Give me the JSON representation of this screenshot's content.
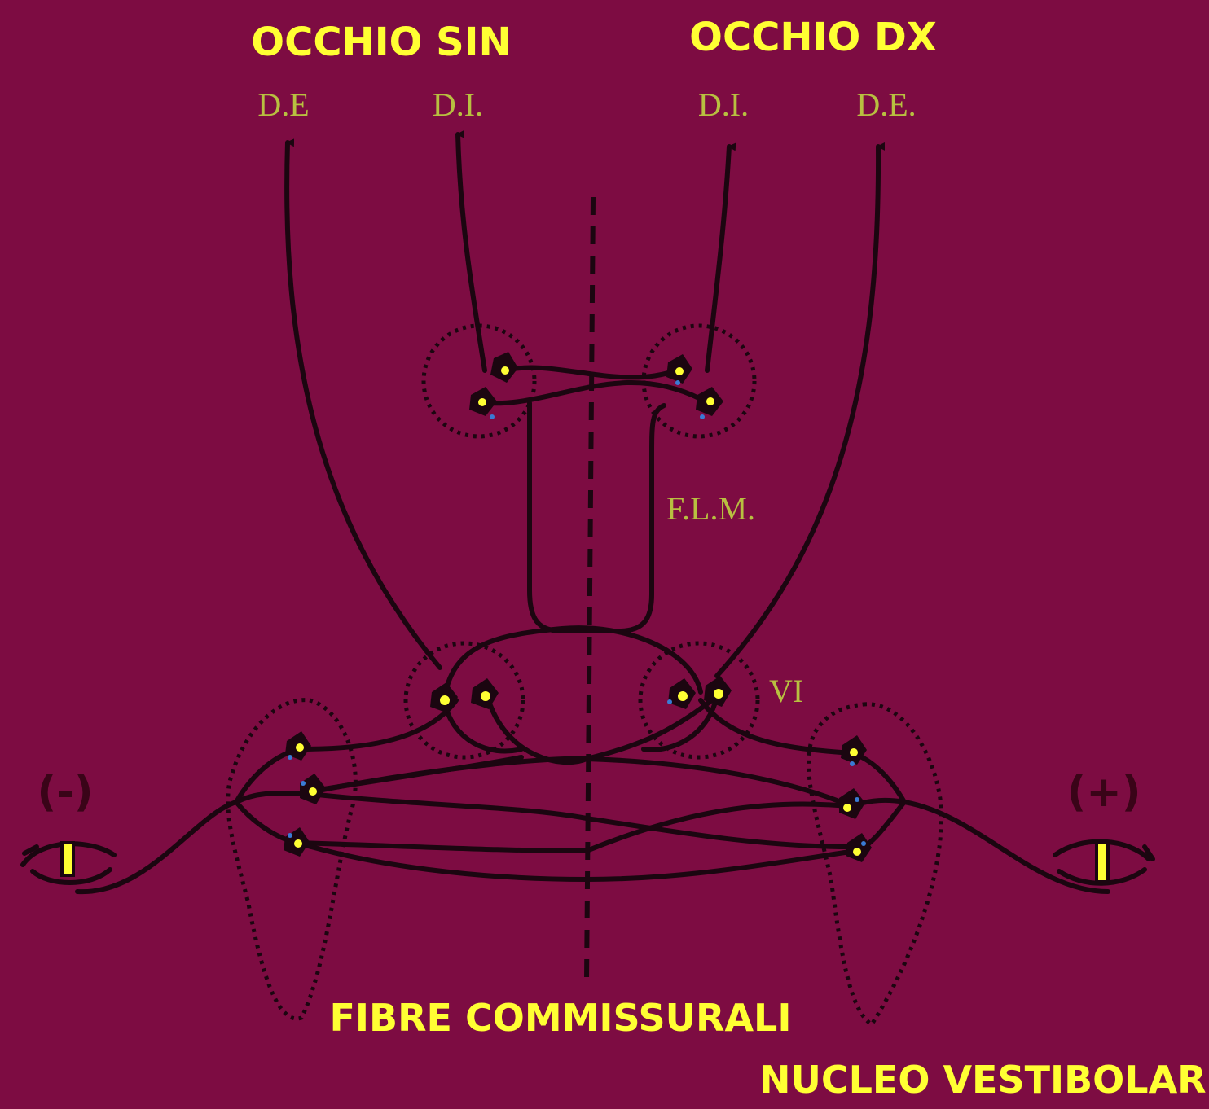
{
  "labels": {
    "left_eye": "OCCHIO  SIN",
    "right_eye": "OCCHIO  DX",
    "left_de": "D.E",
    "left_di": "D.I.",
    "right_di": "D.I.",
    "right_de": "D.E.",
    "flm": "F.L.M.",
    "vi": "VI",
    "minus": "(-)",
    "plus": "(+)",
    "commissural": "FIBRE COMMISSURALI",
    "vestibular": "NUCLEO VESTIBOLARE"
  },
  "colors": {
    "background": "#7d0c42",
    "title_text": "#ffff33",
    "small_text": "#b8c040",
    "lines": "#1b0610",
    "cell_nucleus": "#ffff33"
  }
}
